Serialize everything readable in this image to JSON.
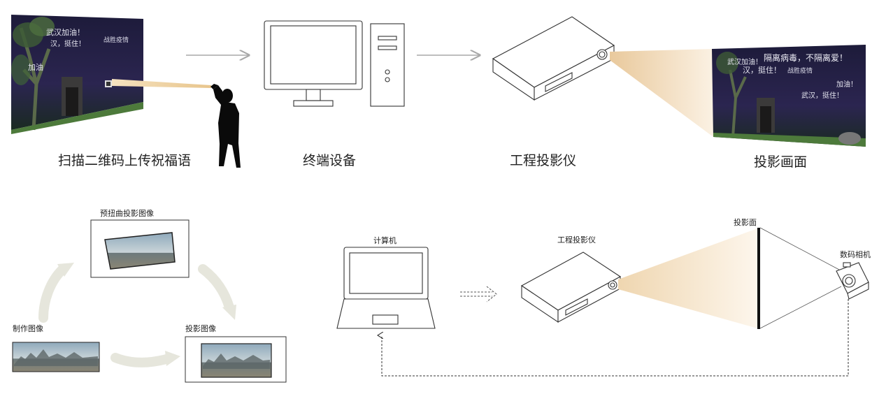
{
  "top_row": {
    "step1_label": "扫描二维码上传祝福语",
    "step2_label": "终端设备",
    "step3_label": "工程投影仪",
    "step4_label": "投影画面",
    "photo_texts": {
      "left_a": "武汉加油！",
      "left_b": "汉，挺住！",
      "left_c": "战胜疫情",
      "left_d": "加油",
      "right_a": "隔离病毒，不隔离爱！",
      "right_b": "武汉加油！",
      "right_c": "汉，挺住！",
      "right_d": "战胜疫情",
      "right_e": "武汉，挺住！",
      "right_f": "加油！"
    }
  },
  "bottom_left": {
    "pre_distort_label": "预扭曲投影图像",
    "make_label": "制作图像",
    "projected_label": "投影图像"
  },
  "bottom_right": {
    "computer_label": "计算机",
    "projector_label": "工程投影仪",
    "surface_label": "投影面",
    "camera_label": "数码相机"
  },
  "colors": {
    "beam": "#f3dcbd",
    "cycle_arrow": "#e6e6dc",
    "arrow_gray": "#a8a8a8",
    "photo_dark": "#2a2440"
  }
}
